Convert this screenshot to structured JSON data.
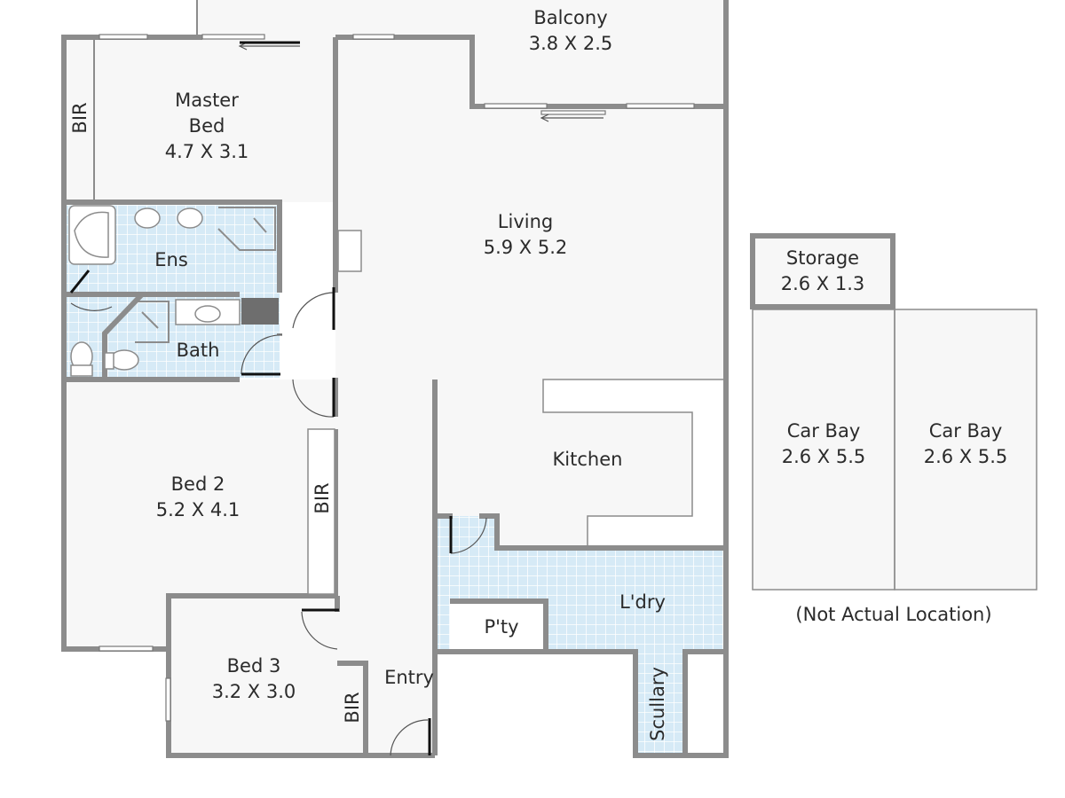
{
  "rooms": {
    "balcony": {
      "name": "Balcony",
      "size": "3.8 X 2.5"
    },
    "master_bed": {
      "name_line1": "Master",
      "name_line2": "Bed",
      "size": "4.7 X 3.1"
    },
    "master_bir": "BIR",
    "living": {
      "name": "Living",
      "size": "5.9 X 5.2"
    },
    "ensuite": "Ens",
    "bath": "Bath",
    "kitchen": "Kitchen",
    "bed2": {
      "name": "Bed 2",
      "size": "5.2 X 4.1"
    },
    "bed2_bir": "BIR",
    "bed3": {
      "name": "Bed 3",
      "size": "3.2 X 3.0"
    },
    "bed3_bir": "BIR",
    "entry": "Entry",
    "pantry": "P'ty",
    "laundry": "L'dry",
    "scullery": "Scullary",
    "storage": {
      "name": "Storage",
      "size": "2.6 X 1.3"
    },
    "car_bay_1": {
      "name": "Car Bay",
      "size": "2.6 X 5.5"
    },
    "car_bay_2": {
      "name": "Car Bay",
      "size": "2.6 X 5.5"
    }
  },
  "note": "(Not Actual Location)",
  "colors": {
    "wall": "#8c8c8c",
    "floor": "#f7f7f7",
    "tile": "#d6eaf6",
    "tile_grid": "#ffffff",
    "text": "#2b2b2b"
  }
}
